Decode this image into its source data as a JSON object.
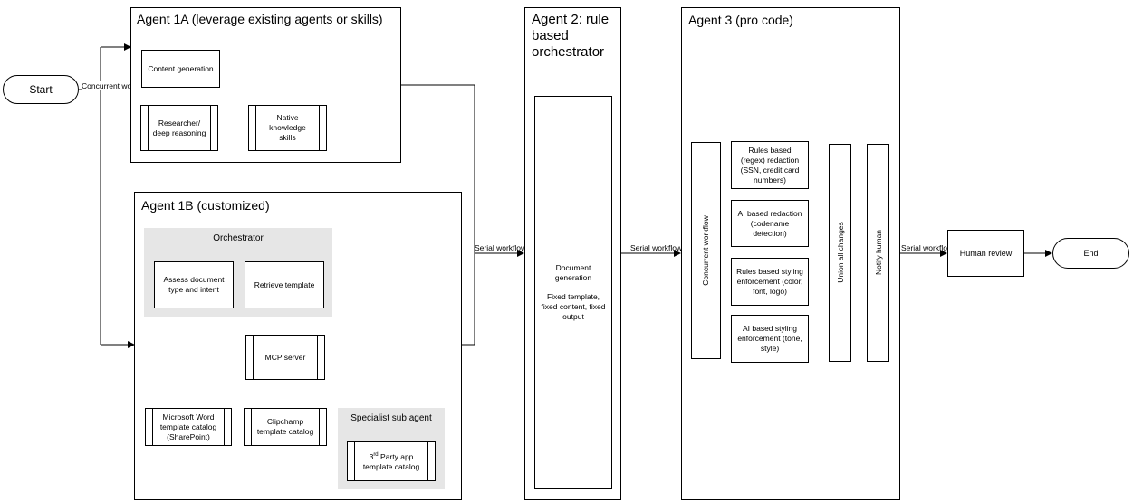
{
  "start": {
    "label": "Start"
  },
  "end": {
    "label": "End"
  },
  "agent1a": {
    "title": "Agent 1A (leverage existing agents or skills)",
    "content_generation": "Content generation",
    "researcher": "Researcher/ deep reasoning",
    "native_skills": "Native knowledge skills"
  },
  "agent1b": {
    "title": "Agent 1B (customized)",
    "orchestrator": "Orchestrator",
    "assess": "Assess document type and intent",
    "retrieve": "Retrieve template",
    "mcp": "MCP server",
    "word_catalog": "Microsoft Word template catalog (SharePoint)",
    "clipchamp": "Clipchamp template catalog",
    "specialist": "Specialist sub agent",
    "third_party_pre": "3",
    "third_party_sup": "rd",
    "third_party_post": " Party app template catalog"
  },
  "agent2": {
    "title": "Agent 2: rule based orchestrator",
    "doc_gen": "Document generation",
    "doc_fixed": "Fixed template, fixed content, fixed output"
  },
  "agent3": {
    "title": "Agent 3 (pro code)",
    "concurrent": "Concurrent workflow",
    "regex": "Rules based (regex) redaction (SSN, credit card numbers)",
    "ai_redaction": "AI based redaction (codename detection)",
    "rules_styling": "Rules based styling enforcement (color, font, logo)",
    "ai_styling": "AI based styling enforcement (tone, style)",
    "union": "Union all changes",
    "notify": "Notify human"
  },
  "human_review": "Human review",
  "edge_labels": {
    "concurrent": "Concurrent workflow",
    "serial1": "Serial workflow",
    "serial2": "Serial workflow",
    "serial3": "Serial workflow"
  }
}
